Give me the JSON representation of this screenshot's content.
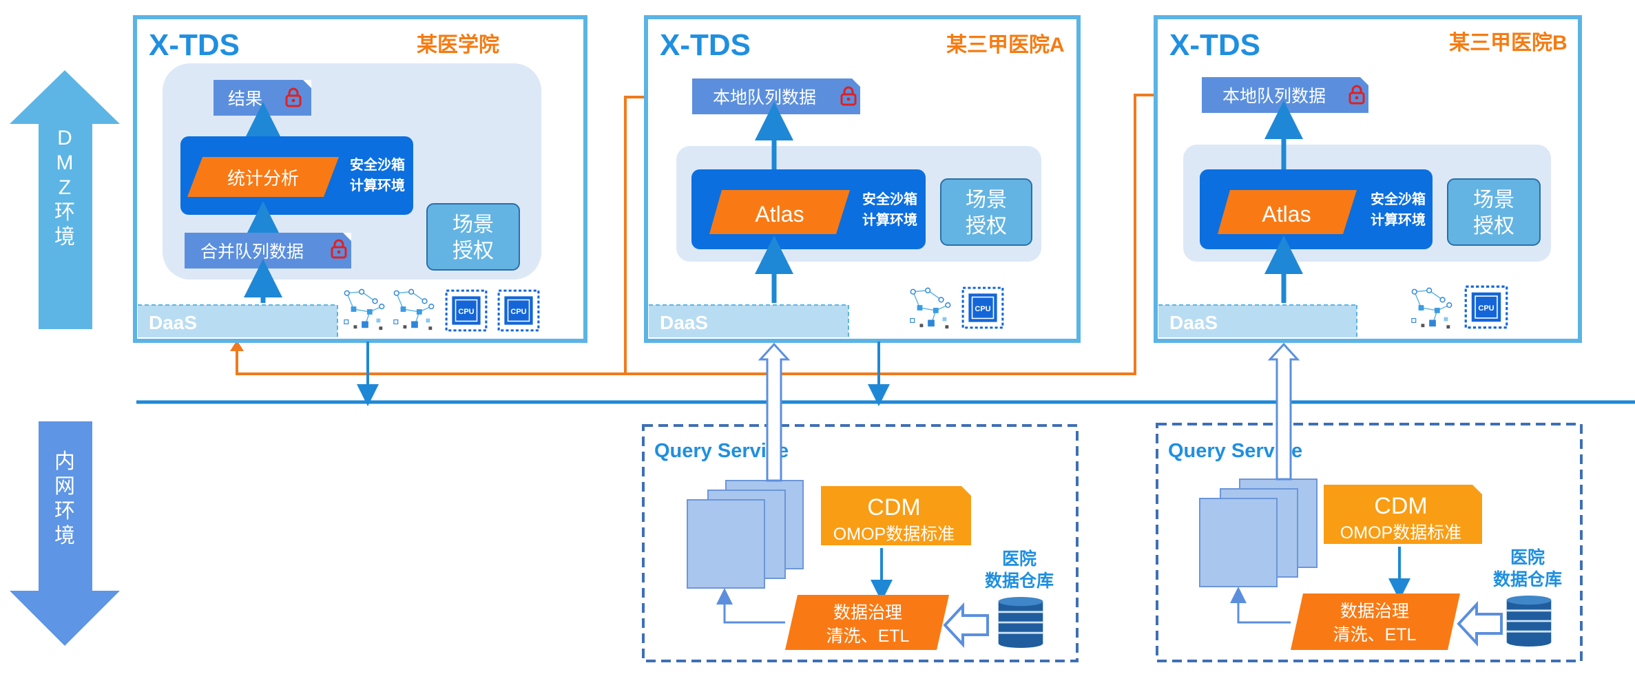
{
  "zones": {
    "dmz_label": [
      "D",
      "M",
      "Z",
      "环",
      "境"
    ],
    "intranet_label": [
      "内",
      "网",
      "环",
      "境"
    ]
  },
  "sites": [
    {
      "brand": "X-TDS",
      "name": "某医学院",
      "result_label": "结果",
      "engine_label": "统计分析",
      "sandbox_line1": "安全沙箱",
      "sandbox_line2": "计算环境",
      "input_label": "合并队列数据",
      "daas": "DaaS"
    },
    {
      "brand": "X-TDS",
      "name": "某三甲医院A",
      "result_label": "本地队列数据",
      "engine_label": "Atlas",
      "sandbox_line1": "安全沙箱",
      "sandbox_line2": "计算环境",
      "scene_line1": "场景",
      "scene_line2": "授权",
      "daas": "DaaS"
    },
    {
      "brand": "X-TDS",
      "name": "某三甲医院B",
      "result_label": "本地队列数据",
      "engine_label": "Atlas",
      "sandbox_line1": "安全沙箱",
      "sandbox_line2": "计算环境",
      "scene_line1": "场景",
      "scene_line2": "授权",
      "daas": "DaaS"
    }
  ],
  "site0_scene": {
    "line1": "场景",
    "line2": "授权"
  },
  "query_services": [
    {
      "title": "Query Service",
      "cdm_title": "CDM",
      "cdm_subtitle": "OMOP数据标准",
      "governance_line1": "数据治理",
      "governance_line2": "清洗、ETL",
      "warehouse_line1": "医院",
      "warehouse_line2": "数据仓库"
    },
    {
      "title": "Query Service",
      "cdm_title": "CDM",
      "cdm_subtitle": "OMOP数据标准",
      "governance_line1": "数据治理",
      "governance_line2": "清洗、ETL",
      "warehouse_line1": "医院",
      "warehouse_line2": "数据仓库"
    }
  ],
  "chip_label": "CPU",
  "colors": {
    "site_border": "#5ab4e5",
    "inner_panel": "#dde8f7",
    "data_box": "#5b8fde",
    "sandbox": "#0b6fe0",
    "engine": "#f97a14",
    "scene_box": "#63b4e3",
    "daas_bar": "#b8dcf2",
    "network_line": "#1e88d6",
    "dmz_arrow": "#5cb5e5",
    "intranet_arrow": "#5e95e4",
    "orange_path": "#f07a1e",
    "query_border": "#3e6fb6",
    "cdm": "#f99d14",
    "lock": "#e02020"
  }
}
